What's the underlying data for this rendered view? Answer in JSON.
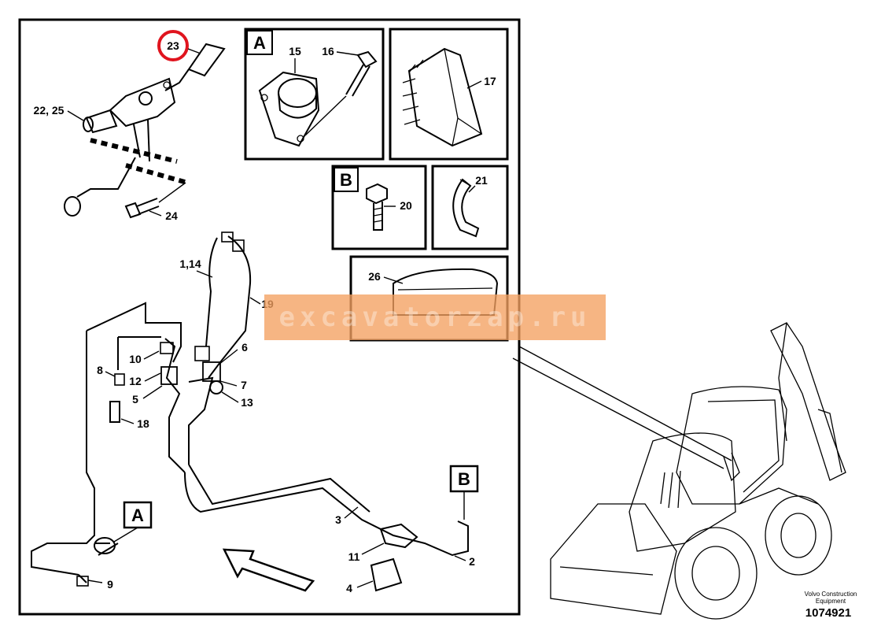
{
  "diagram": {
    "callouts": {
      "p23": "23",
      "p22_25": "22, 25",
      "p24": "24",
      "p15": "15",
      "p16": "16",
      "p17": "17",
      "p20": "20",
      "p21": "21",
      "p26": "26",
      "p1_14": "1,14",
      "p19": "19",
      "p10": "10",
      "p6": "6",
      "p8": "8",
      "p12": "12",
      "p7": "7",
      "p5": "5",
      "p13": "13",
      "p18": "18",
      "p3": "3",
      "p11": "11",
      "p2": "2",
      "p4": "4",
      "p9": "9"
    },
    "detail_boxes": {
      "a": "A",
      "b": "B"
    },
    "reference_tags": {
      "a": "A",
      "b": "B"
    },
    "highlight_color": "#e0141e"
  },
  "watermark": {
    "text": "excavatorzap.ru",
    "color": "#f4a060"
  },
  "footer": {
    "brand_line1": "Volvo Construction",
    "brand_line2": "Equipment",
    "doc_number": "1074921"
  }
}
